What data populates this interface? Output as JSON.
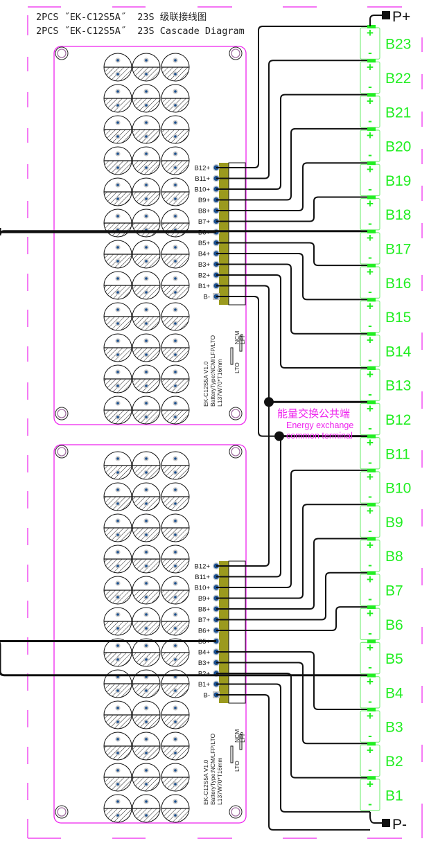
{
  "header": {
    "title_cn": "2PCS ˝EK-C12S5A˝  23S 级联接线图",
    "title_en": "2PCS ˝EK-C12S5A˝  23S Cascade Diagram"
  },
  "boards": [
    {
      "name": "upper-board",
      "model": "EK-C12S5A V1.0",
      "battery_type": "BatteryType:NCM/LFP/LTO",
      "dimensions": "L137W70*T16mm",
      "jumper_labels": [
        "NCM",
        "LFP",
        "LTO"
      ],
      "pins": [
        "B12+",
        "B11+",
        "B10+",
        "B9+",
        "B8+",
        "B7+",
        "B6+",
        "B5+",
        "B4+",
        "B3+",
        "B2+",
        "B1+",
        "B-"
      ],
      "cell_rows": 12,
      "cell_cols": 3
    },
    {
      "name": "lower-board",
      "model": "EK-C12S5A V1.0",
      "battery_type": "BatteryType:NCM/LFP/LTO",
      "dimensions": "L137W70*T16mm",
      "jumper_labels": [
        "NCM",
        "LFP",
        "LTO"
      ],
      "pins": [
        "B12+",
        "B11+",
        "B10+",
        "B9+",
        "B8+",
        "B7+",
        "B6+",
        "B5+",
        "B4+",
        "B3+",
        "B2+",
        "B1+",
        "B-"
      ],
      "cell_rows": 12,
      "cell_cols": 3
    }
  ],
  "battery_stack": {
    "cells": [
      "B23",
      "B22",
      "B21",
      "B20",
      "B19",
      "B18",
      "B17",
      "B16",
      "B15",
      "B14",
      "B13",
      "B12",
      "B11",
      "B10",
      "B9",
      "B8",
      "B7",
      "B6",
      "B5",
      "B4",
      "B3",
      "B2",
      "B1"
    ],
    "plus_sign": "+",
    "minus_sign": "-"
  },
  "terminals": {
    "positive": "P+",
    "negative": "P-"
  },
  "annotation": {
    "cn": "能量交换公共端",
    "en_line1": "Energy exchange",
    "en_line2": "common terminal"
  },
  "colors": {
    "frame": "#ee22ee",
    "battery": "#22ee22",
    "wire": "#000000",
    "header_strip": "#9b9a1e",
    "pin": "#1a4f8f"
  }
}
